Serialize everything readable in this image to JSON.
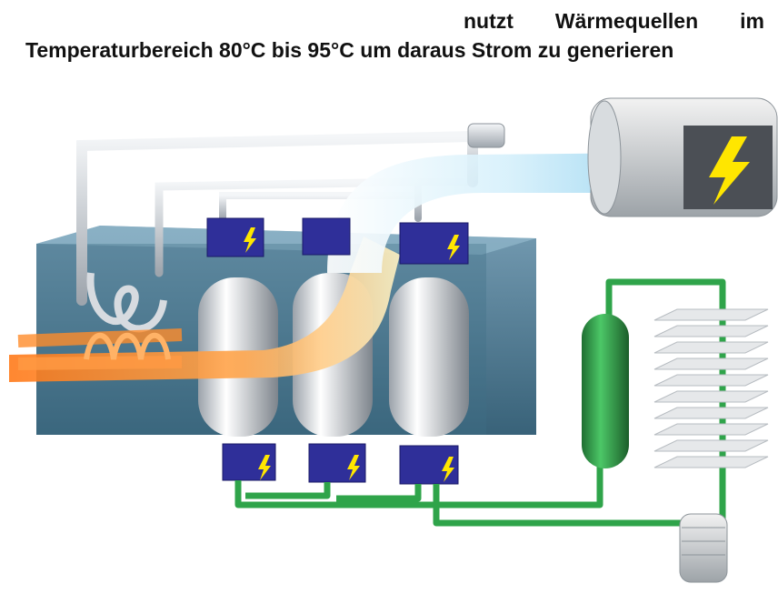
{
  "caption": {
    "line1_words": [
      "nutzt",
      "Wärmequellen",
      "im"
    ],
    "line2": "Temperaturbereich 80°C bis 95°C um daraus Strom zu generieren"
  },
  "icons": {
    "generator": "lightning-bolt-icon",
    "connector": "lightning-bolt-icon"
  },
  "colors": {
    "tank_water": "#3f6f86",
    "pipe_silver": "#c9ced4",
    "pipe_green": "#2fa44a",
    "flame_orange": "#ff8c2a",
    "steam_blue": "#a9dcf2",
    "connector_blue": "#2f2f99",
    "bolt_yellow": "#ffe600"
  }
}
